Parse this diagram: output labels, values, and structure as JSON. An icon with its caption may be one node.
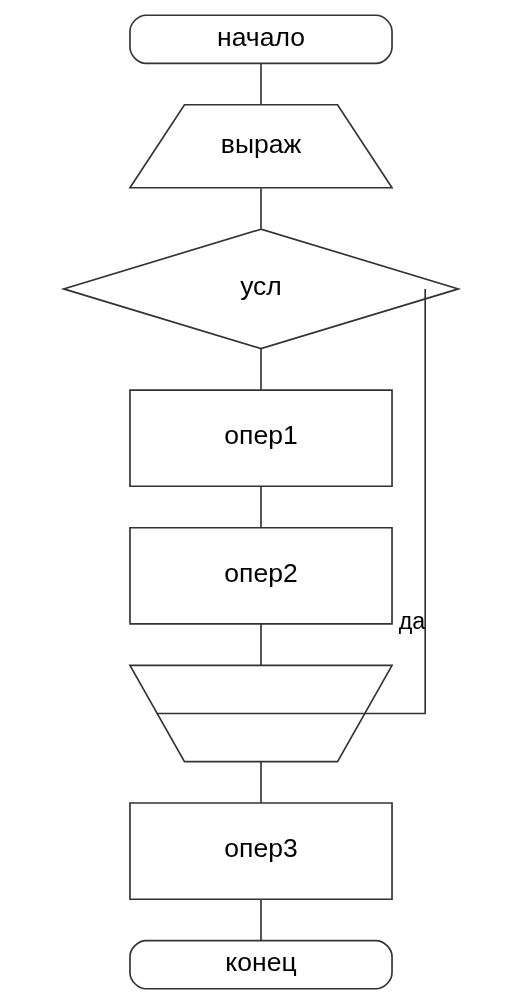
{
  "diagram": {
    "nodes": [
      {
        "text": [
          "начало"
        ]
      },
      {
        "text": [
          "выраж"
        ]
      },
      {
        "text": [
          "усл"
        ]
      },
      {
        "text": [
          "опер1"
        ]
      },
      {
        "text": [
          "опер2"
        ]
      },
      {
        "text": [],
        "shape": "box"
      },
      {
        "text": [
          "опер3"
        ]
      },
      {
        "text": [
          "конец"
        ]
      }
    ],
    "edges": [
      {
        "from": 0,
        "to": 1,
        "arrow": "none"
      },
      {
        "from": 1,
        "to": 2,
        "arrow": "none"
      },
      {
        "from": 2,
        "to": 3,
        "arrow": "none"
      },
      {
        "from": 3,
        "to": 4,
        "arrow": "none"
      },
      {
        "from": 4,
        "to": 5,
        "arrow": "none"
      },
      {
        "from": 2,
        "to": 5,
        "arrow": "none",
        "label": "да"
      },
      {
        "from": 5,
        "to": 6,
        "arrow": "none"
      },
      {
        "from": 6,
        "to": 7,
        "arrow": "none"
      }
    ]
  }
}
